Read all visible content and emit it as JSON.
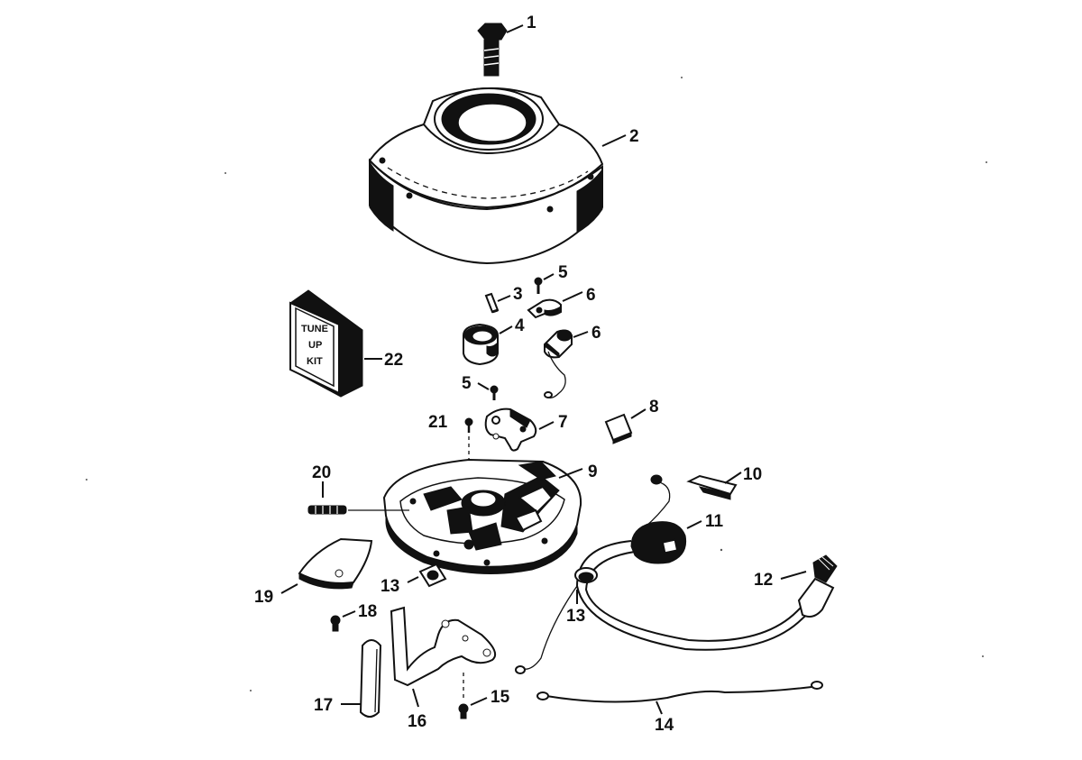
{
  "callouts": {
    "c1": "1",
    "c2": "2",
    "c3": "3",
    "c4": "4",
    "c5a": "5",
    "c5b": "5",
    "c6a": "6",
    "c6b": "6",
    "c7": "7",
    "c8": "8",
    "c9": "9",
    "c10": "10",
    "c11": "11",
    "c12": "12",
    "c13a": "13",
    "c13b": "13",
    "c14": "14",
    "c15": "15",
    "c16": "16",
    "c17": "17",
    "c18": "18",
    "c19": "19",
    "c20": "20",
    "c21": "21",
    "c22": "22"
  },
  "kit_label": {
    "line1": "TUNE",
    "line2": "UP",
    "line3": "KIT"
  }
}
